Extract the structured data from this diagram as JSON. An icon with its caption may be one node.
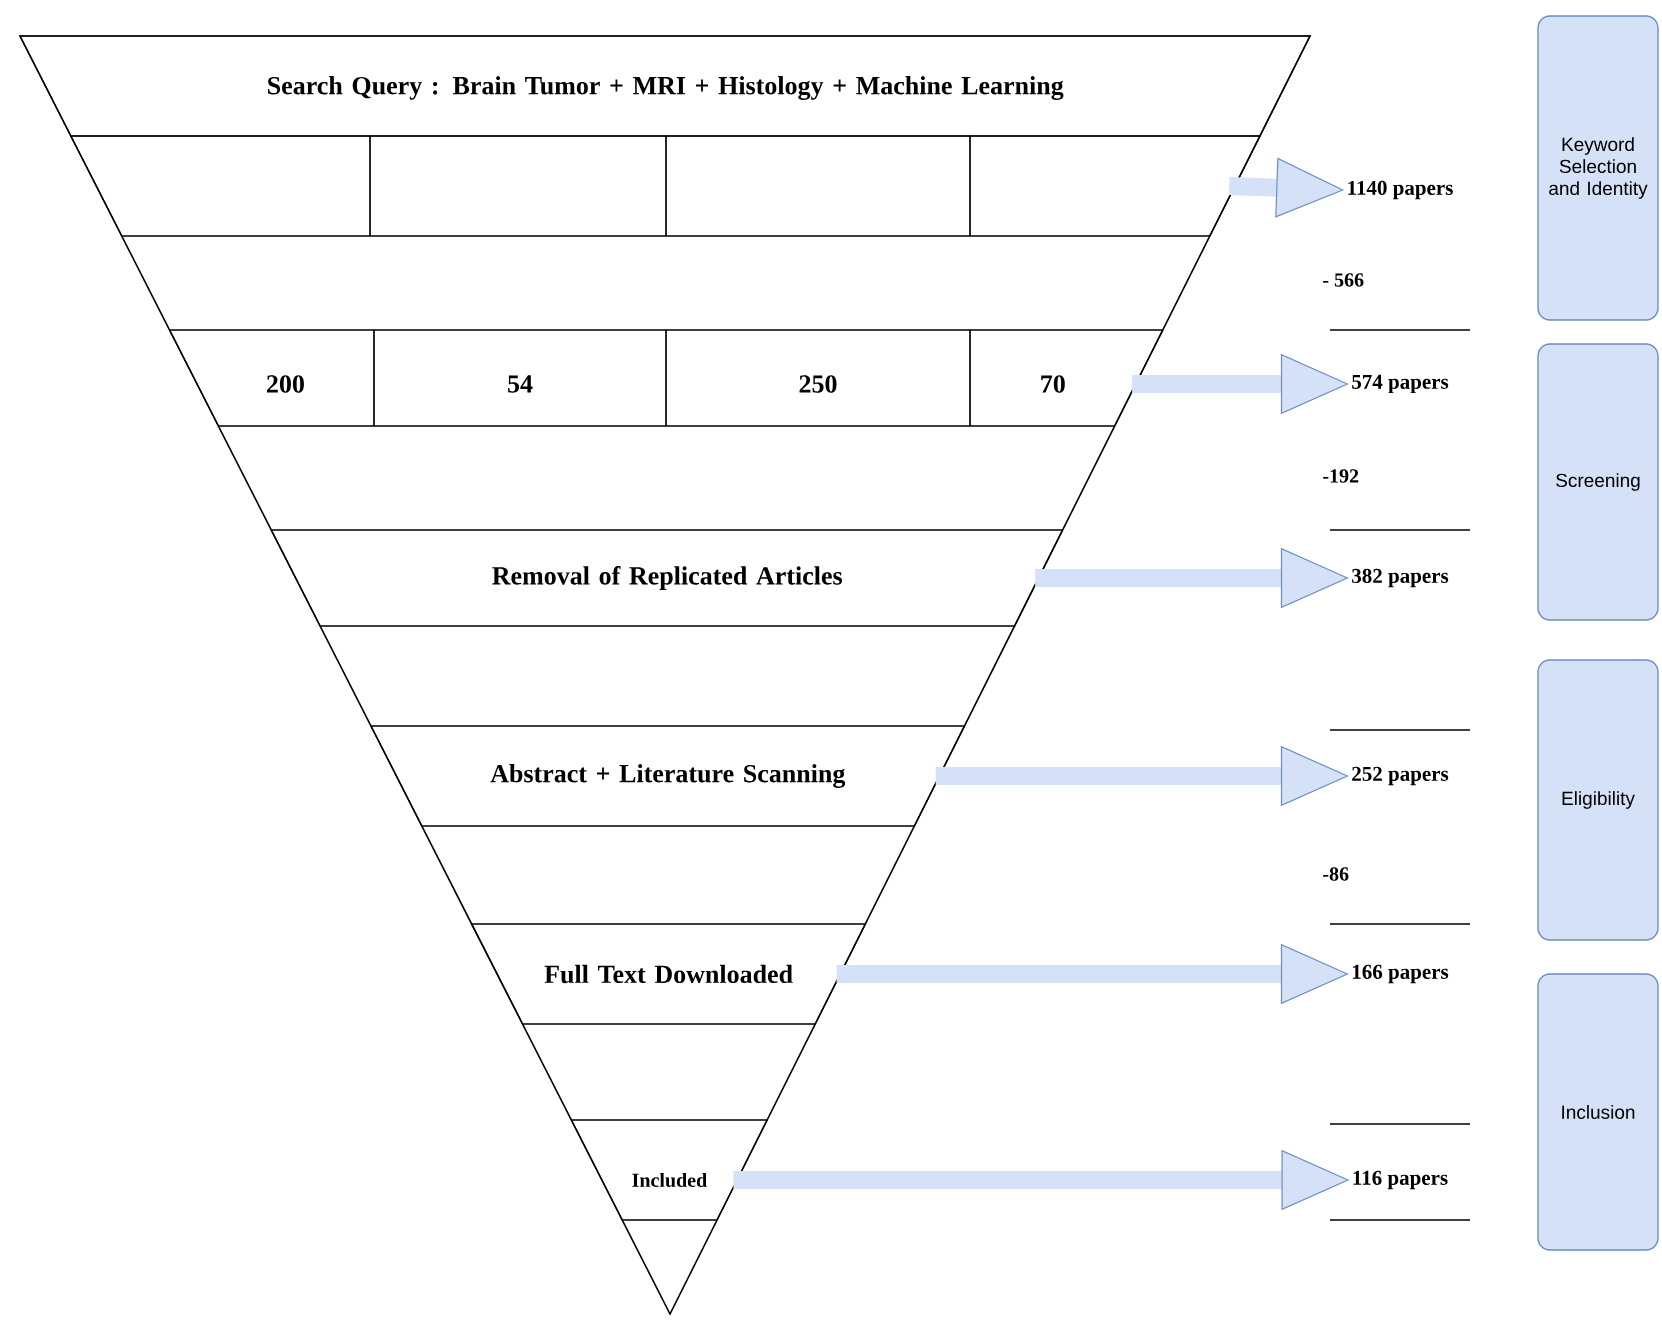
{
  "diagram": {
    "nodes": [
      {
        "text": [
          "Search Query :  Brain Tumor + MRI + Histology + Machine Learning"
        ]
      },
      {
        "text": [],
        "shape": "box"
      },
      {
        "text": [],
        "shape": "box"
      },
      {
        "text": [],
        "shape": "box"
      },
      {
        "text": [],
        "shape": "box"
      },
      {
        "text": [
          "200"
        ]
      },
      {
        "text": [
          "54"
        ]
      },
      {
        "text": [
          "250"
        ]
      },
      {
        "text": [
          "70"
        ]
      },
      {
        "text": [
          "Removal of Replicated Articles"
        ]
      },
      {
        "text": [
          "Abstract  + Literature Scanning"
        ]
      },
      {
        "text": [
          "Full Text Downloaded"
        ]
      },
      {
        "text": [
          "Included"
        ]
      },
      {
        "text": [
          "1140 papers"
        ]
      },
      {
        "text": [
          "574 papers"
        ]
      },
      {
        "text": [
          "382 papers"
        ]
      },
      {
        "text": [
          "252 papers"
        ]
      },
      {
        "text": [
          "166 papers"
        ]
      },
      {
        "text": [
          "116 papers"
        ]
      },
      {
        "text": [
          "Keyword Selection and Identity"
        ]
      },
      {
        "text": [
          "Screening"
        ]
      },
      {
        "text": [
          "Eligibility"
        ]
      },
      {
        "text": [
          "Inclusion"
        ]
      }
    ],
    "edges": [
      {
        "from": 4,
        "to": 13,
        "arrow": "to"
      },
      {
        "from": 8,
        "to": 14,
        "arrow": "to"
      },
      {
        "from": 9,
        "to": 15,
        "arrow": "to"
      },
      {
        "from": 10,
        "to": 16,
        "arrow": "to"
      },
      {
        "from": 11,
        "to": 17,
        "arrow": "to"
      },
      {
        "from": 12,
        "to": 18,
        "arrow": "to"
      }
    ],
    "labels": [
      "- 566",
      "-192",
      "-86"
    ]
  }
}
